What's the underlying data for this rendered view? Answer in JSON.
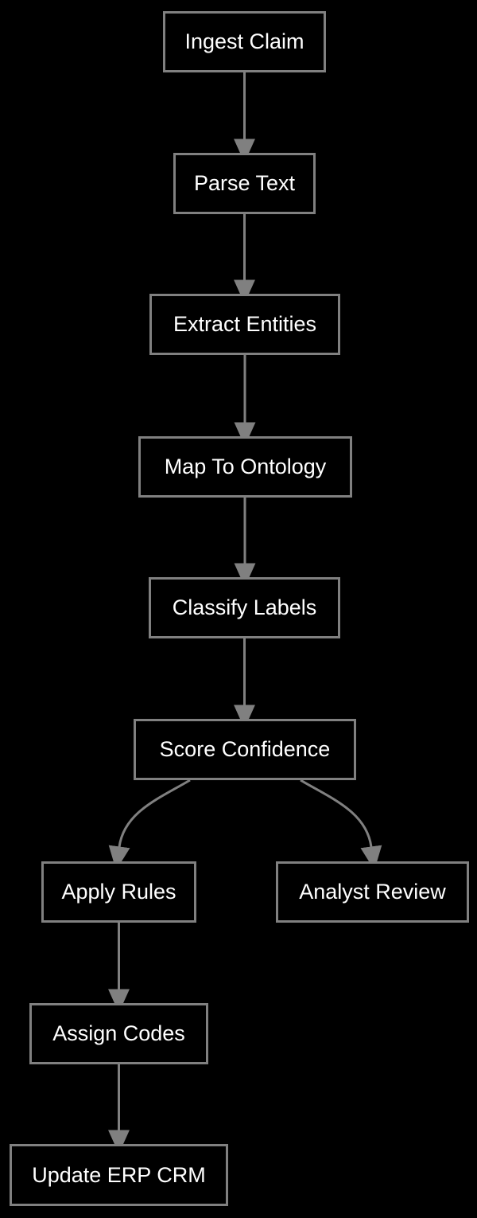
{
  "diagram": {
    "type": "flowchart",
    "orientation": "top-to-bottom",
    "background_color": "#000000",
    "node_border_color": "#808080",
    "node_fill_color": "#000000",
    "node_text_color": "#ffffff",
    "edge_color": "#808080",
    "nodes": [
      {
        "id": "ingest-claim",
        "label": "Ingest Claim"
      },
      {
        "id": "parse-text",
        "label": "Parse Text"
      },
      {
        "id": "extract-entities",
        "label": "Extract Entities"
      },
      {
        "id": "map-to-ontology",
        "label": "Map To Ontology"
      },
      {
        "id": "classify-labels",
        "label": "Classify Labels"
      },
      {
        "id": "score-confidence",
        "label": "Score Confidence"
      },
      {
        "id": "apply-rules",
        "label": "Apply Rules"
      },
      {
        "id": "analyst-review",
        "label": "Analyst Review"
      },
      {
        "id": "assign-codes",
        "label": "Assign Codes"
      },
      {
        "id": "update-erp-crm",
        "label": "Update ERP CRM"
      }
    ],
    "edges": [
      {
        "from": "ingest-claim",
        "to": "parse-text",
        "style": "straight",
        "arrow": "end"
      },
      {
        "from": "parse-text",
        "to": "extract-entities",
        "style": "straight",
        "arrow": "end"
      },
      {
        "from": "extract-entities",
        "to": "map-to-ontology",
        "style": "straight",
        "arrow": "end"
      },
      {
        "from": "map-to-ontology",
        "to": "classify-labels",
        "style": "straight",
        "arrow": "end"
      },
      {
        "from": "classify-labels",
        "to": "score-confidence",
        "style": "straight",
        "arrow": "end"
      },
      {
        "from": "score-confidence",
        "to": "apply-rules",
        "style": "curved",
        "arrow": "end"
      },
      {
        "from": "score-confidence",
        "to": "analyst-review",
        "style": "curved",
        "arrow": "end"
      },
      {
        "from": "apply-rules",
        "to": "assign-codes",
        "style": "straight",
        "arrow": "end"
      },
      {
        "from": "assign-codes",
        "to": "update-erp-crm",
        "style": "straight",
        "arrow": "end"
      }
    ]
  }
}
